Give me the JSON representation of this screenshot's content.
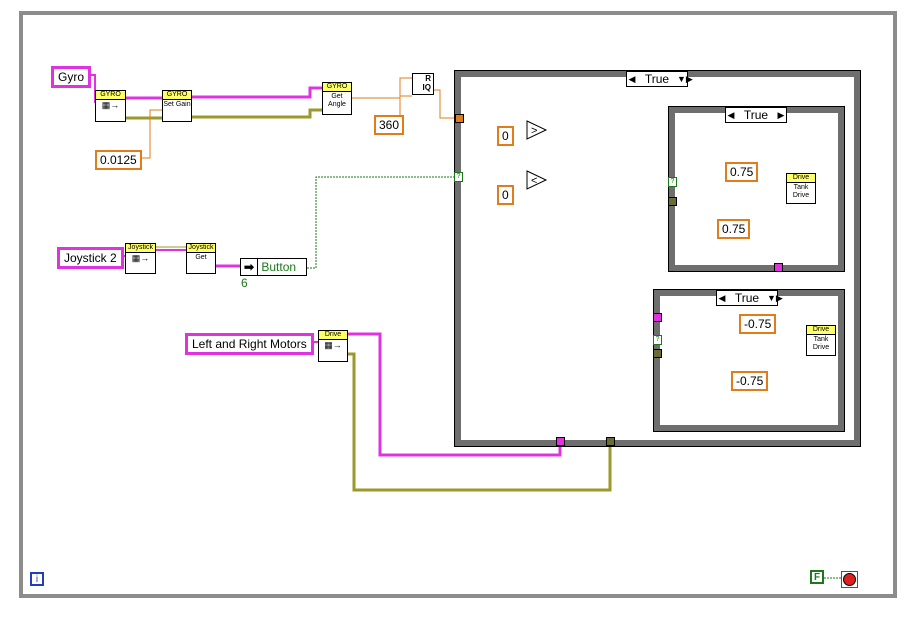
{
  "labels": {
    "gyro": "Gyro",
    "joystick": "Joystick 2",
    "motors": "Left and Right Motors"
  },
  "constants": {
    "gain": "0.0125",
    "deg360": "360",
    "zero_a": "0",
    "zero_b": "0",
    "pos1": "0.75",
    "pos2": "0.75",
    "neg1": "-0.75",
    "neg2": "-0.75"
  },
  "nodes": {
    "gyro_open_hdr": "GYRO",
    "gyro_gain_hdr": "GYRO",
    "gyro_gain_body": "Set Gain",
    "gyro_angle_hdr": "GYRO",
    "gyro_angle_body": "Get Angle",
    "joy_open_hdr": "Joystick",
    "joy_get_hdr": "Joystick",
    "joy_get_body": "Get",
    "drive_open_hdr": "Drive",
    "tank1_hdr": "Drive",
    "tank1_body": "Tank Drive",
    "tank2_hdr": "Drive",
    "tank2_body": "Tank Drive",
    "quotient_top": "R",
    "quotient_bot": "IQ"
  },
  "button": {
    "label": "Button 6",
    "icon": "arrow-right-icon"
  },
  "case_selectors": {
    "outer": "True",
    "inner_top": "True",
    "inner_bottom": "True"
  },
  "comparators": {
    "gt": ">",
    "lt": "<"
  },
  "corner": {
    "loop_index": "i",
    "stop_const": "F"
  },
  "colors": {
    "refnum_wire": "#e033e0",
    "error_wire": "#9a9a2a",
    "numeric": "#e07d1a",
    "boolean": "#1a7a1a"
  }
}
